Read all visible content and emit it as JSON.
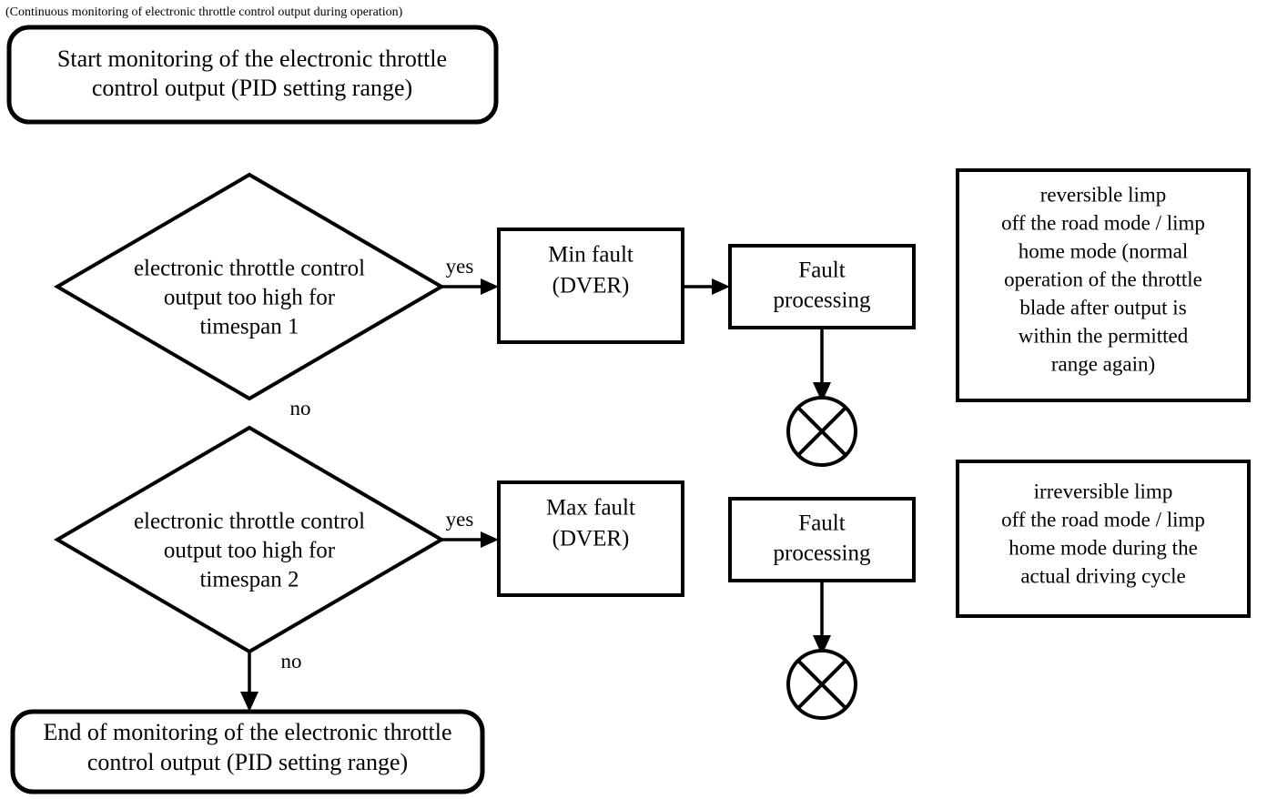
{
  "diagram": {
    "title_caption": "(Continuous monitoring of electronic throttle control output during operation)",
    "start_node": {
      "line1": "Start monitoring of the electronic throttle",
      "line2": "control output (PID setting range)"
    },
    "decision_1": {
      "line1": "electronic throttle control",
      "line2": "output too high for",
      "line3": "timespan 1",
      "yes_label": "yes",
      "no_label": "no"
    },
    "decision_2": {
      "line1": "electronic throttle control",
      "line2": "output too high for",
      "line3": "timespan 2",
      "yes_label": "yes",
      "no_label": "no"
    },
    "min_fault": {
      "line1": "Min fault",
      "line2": "(DVER)"
    },
    "max_fault": {
      "line1": "Max fault",
      "line2": "(DVER)"
    },
    "fault_processing_1": {
      "line1": "Fault",
      "line2": "processing"
    },
    "fault_processing_2": {
      "line1": "Fault",
      "line2": "processing"
    },
    "note_reversible": {
      "line1": "reversible limp",
      "line2": "off the road mode / limp",
      "line3": "home mode (normal",
      "line4": "operation of the throttle",
      "line5": "blade after output is",
      "line6": "within the permitted",
      "line7": "range again)"
    },
    "note_irreversible": {
      "line1": "irreversible limp",
      "line2": "off the road mode / limp",
      "line3": "home mode during the",
      "line4": "actual driving cycle"
    },
    "end_node": {
      "line1": "End of monitoring of the electronic throttle",
      "line2": "control output (PID setting range)"
    },
    "connector_1_name": "circle-cross-connector",
    "connector_2_name": "circle-cross-connector",
    "colors": {
      "stroke": "#000000",
      "fill": "#ffffff",
      "text": "#000000"
    }
  }
}
